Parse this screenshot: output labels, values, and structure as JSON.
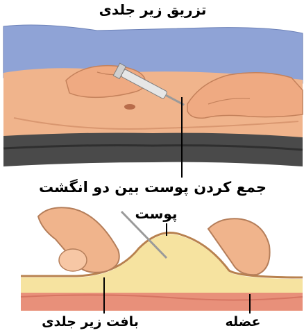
{
  "top_title": "تزریق زیر جلدی",
  "caption": "جمع کردن پوست بین دو انگشت",
  "labels": {
    "skin": "پوست",
    "subcutaneous_tissue": "بافت زیر جلدی",
    "muscle": "عضله"
  },
  "colors": {
    "shirt": "#8fa3d6",
    "skin": "#f0b48c",
    "waistband": "#4a4a4a",
    "fat": "#f6e3a0",
    "muscle": "#e8907a"
  }
}
